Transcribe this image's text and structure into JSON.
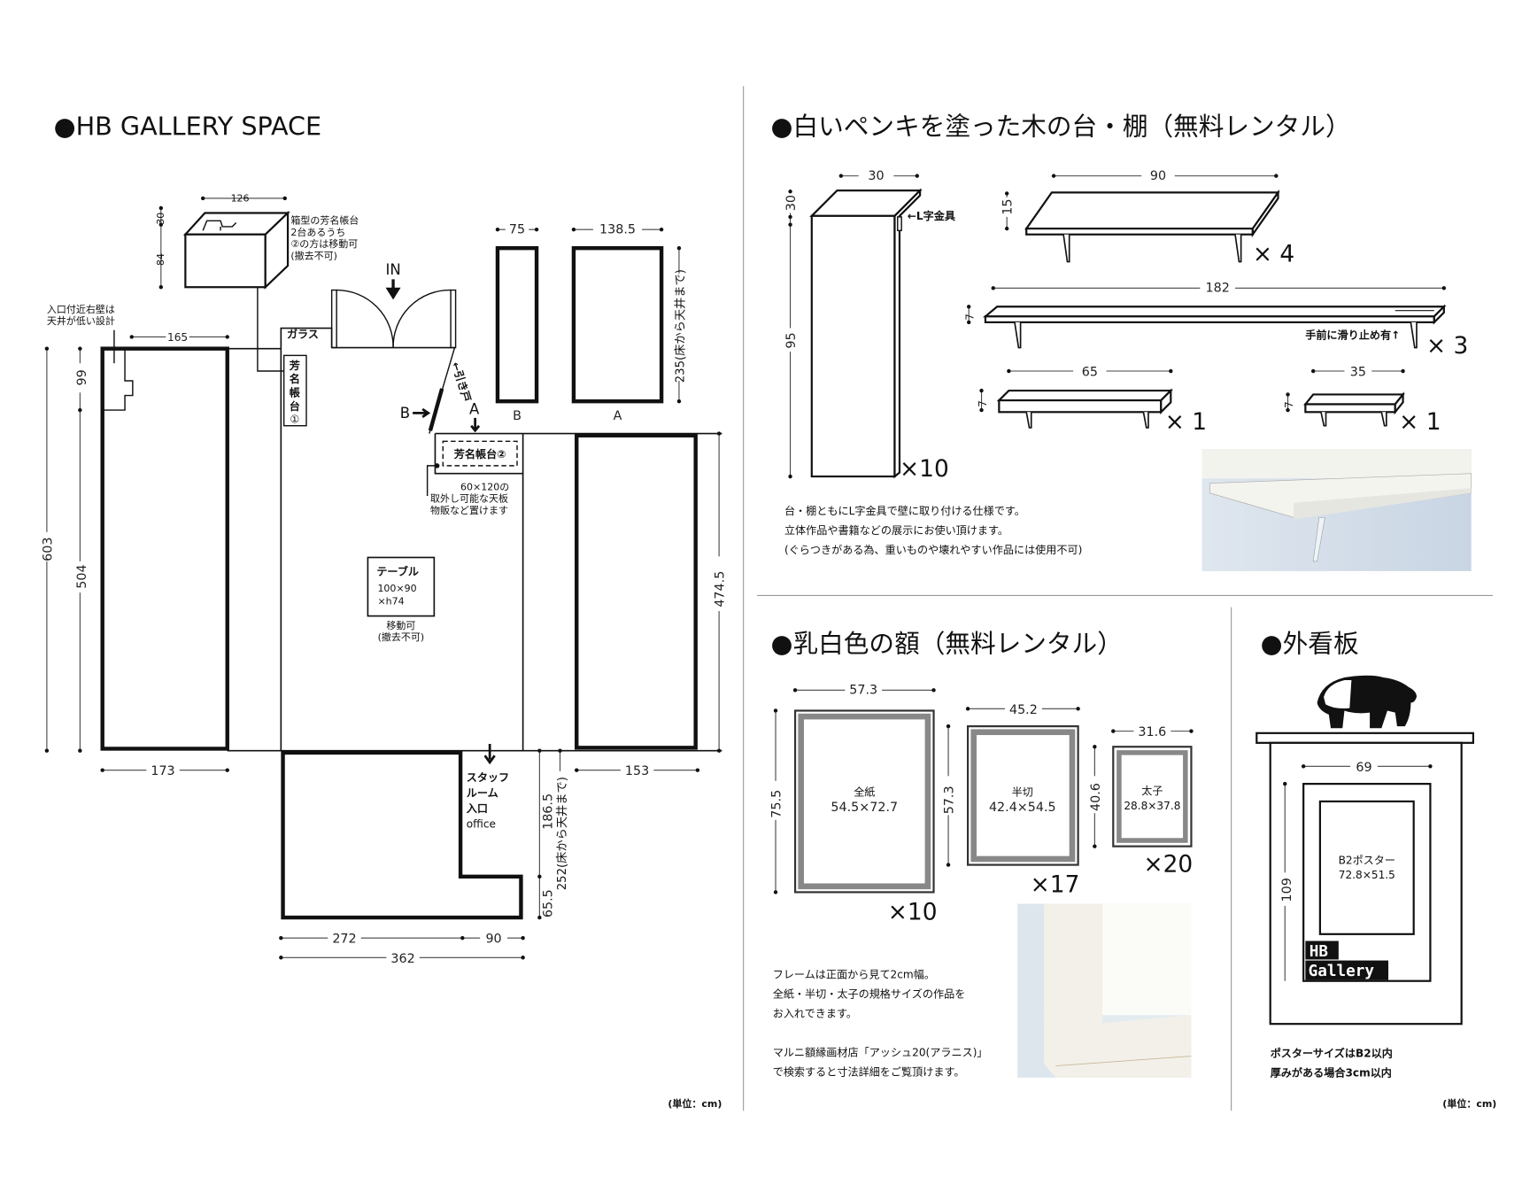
{
  "sections": {
    "gallery": {
      "title": "●HB GALLERY SPACE",
      "unit": "(単位：cm)"
    },
    "shelves": {
      "title": "●白いペンキを塗った木の台・棚（無料レンタル）"
    },
    "frames": {
      "title": "●乳白色の額（無料レンタル）"
    },
    "signboard": {
      "title": "●外看板"
    }
  },
  "floorplan": {
    "box_desk": {
      "w": "126",
      "h_top": "30",
      "h_body": "84",
      "note": [
        "箱型の芳名帳台",
        "2台あるうち",
        "②の方は移動可",
        "(撤去不可)"
      ]
    },
    "low_wall_note": [
      "入口付近右壁は",
      "天井が低い設計"
    ],
    "glass": "ガラス",
    "entrance": "IN",
    "sliding_door": "←引き戸",
    "guestbook1": "芳名帳台①",
    "guestbook2": "芳名帳台②",
    "guestbook2_note": [
      "60×120の",
      "取外し可能な天板",
      "物販など置けます"
    ],
    "marker_a": "A",
    "marker_b": "B",
    "table": {
      "label": "テーブル",
      "size1": "100×90",
      "size2": "×h74",
      "note1": "移動可",
      "note2": "(撤去不可)"
    },
    "staff": [
      "スタッフ",
      "ルーム",
      "入口",
      "office"
    ],
    "panel_b": {
      "label": "B",
      "w": "75"
    },
    "panel_a": {
      "label": "A",
      "w": "138.5",
      "h": "235(床から天井まで)"
    },
    "dims": {
      "d165": "165",
      "d99": "99",
      "d504": "504",
      "d603": "603",
      "d173": "173",
      "d474": "474.5",
      "d153": "153",
      "d186": "186.5",
      "d252": "252(床から天井まで)",
      "d65": "65.5",
      "d272": "272",
      "d90": "90",
      "d362": "362"
    }
  },
  "shelves": {
    "stand": {
      "w": "30",
      "h_top": "30",
      "h": "95",
      "bracket": "←L字金具",
      "qty": "×10"
    },
    "s90": {
      "w": "90",
      "h": "15",
      "qty": "× 4"
    },
    "s182": {
      "w": "182",
      "h": "7",
      "note": "手前に滑り止め有↑",
      "qty": "× 3"
    },
    "s65": {
      "w": "65",
      "h": "7",
      "qty": "× 1"
    },
    "s35": {
      "w": "35",
      "h": "7",
      "qty": "× 1"
    },
    "notes": [
      "台・棚ともにL字金具で壁に取り付ける仕様です。",
      "立体作品や書籍などの展示にお使い頂けます。",
      "(ぐらつきがある為、重いものや壊れやすい作品には使用不可)"
    ],
    "photo": "shelf-photo"
  },
  "frames": {
    "items": [
      {
        "name": "全紙",
        "size": "54.5×72.7",
        "w": "57.3",
        "h": "75.5",
        "qty": "×10"
      },
      {
        "name": "半切",
        "size": "42.4×54.5",
        "w": "45.2",
        "h": "57.3",
        "qty": "×17"
      },
      {
        "name": "太子",
        "size": "28.8×37.8",
        "w": "31.6",
        "h": "40.6",
        "qty": "×20"
      }
    ],
    "notes": [
      "フレームは正面から見て2cm幅。",
      "全紙・半切・太子の規格サイズの作品を",
      "お入れできます。",
      "",
      "マルニ額縁画材店「アッシュ20(アラニス)」",
      "で検索すると寸法詳細をご覧頂けます。"
    ]
  },
  "signboard": {
    "w": "69",
    "h": "109",
    "poster_label": "B2ポスター",
    "poster_size": "72.8×51.5",
    "logo1": "HB",
    "logo2": "Gallery",
    "notes": [
      "ポスターサイズはB2以内",
      "厚みがある場合3cm以内"
    ],
    "unit": "(単位：cm)"
  }
}
